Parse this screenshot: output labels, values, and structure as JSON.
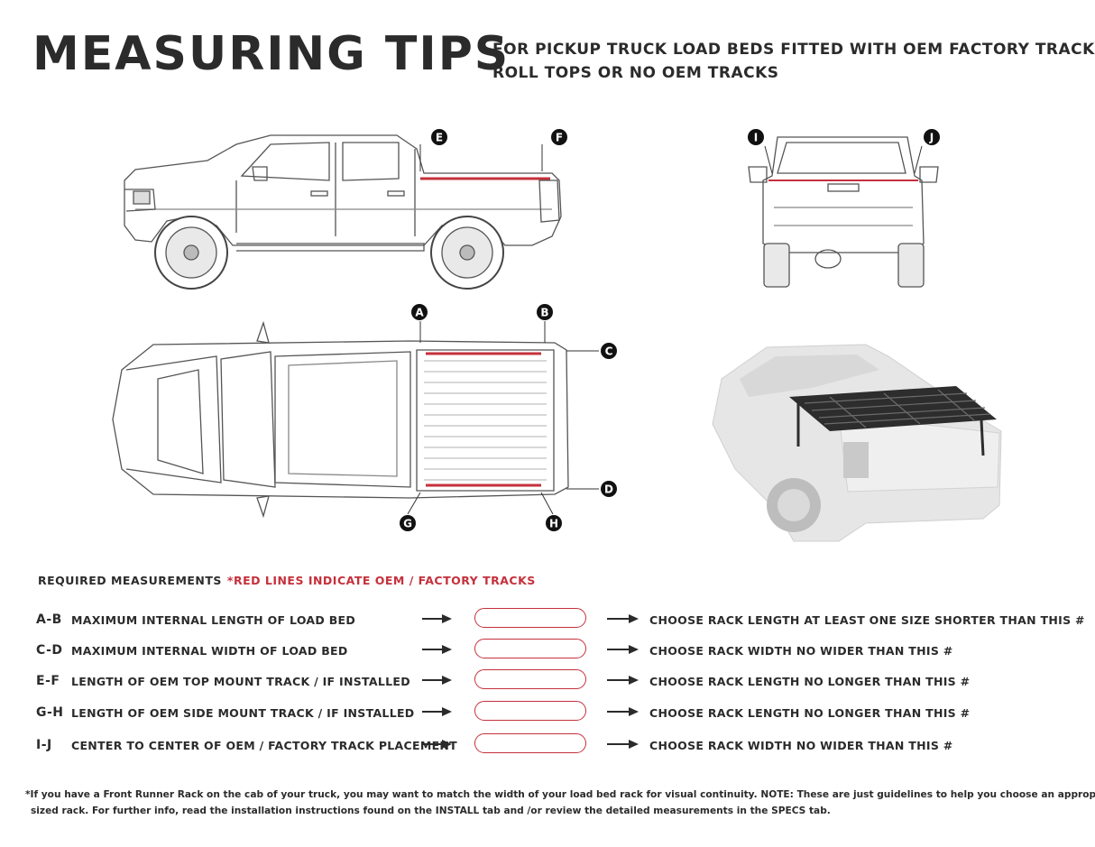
{
  "header": {
    "title": "MEASURING TIPS",
    "subtitle_line1": "FOR PICKUP TRUCK LOAD BEDS FITTED WITH OEM FACTORY TRACKS/",
    "subtitle_line2": "ROLL TOPS OR NO OEM TRACKS"
  },
  "markers": {
    "a": "A",
    "b": "B",
    "c": "C",
    "d": "D",
    "e": "E",
    "f": "F",
    "g": "G",
    "h": "H",
    "i": "I",
    "j": "J"
  },
  "requirements": {
    "title": "REQUIRED MEASUREMENTS",
    "note": "*RED LINES INDICATE OEM / FACTORY TRACKS"
  },
  "rows": [
    {
      "code": "A-B",
      "label": "MAXIMUM  INTERNAL LENGTH OF LOAD BED",
      "value": "",
      "result": "CHOOSE RACK LENGTH AT LEAST ONE SIZE SHORTER THAN THIS #"
    },
    {
      "code": "C-D",
      "label": "MAXIMUM INTERNAL WIDTH OF LOAD BED",
      "value": "",
      "result": "CHOOSE RACK WIDTH NO WIDER THAN THIS #"
    },
    {
      "code": "E-F",
      "label": "LENGTH OF OEM TOP MOUNT TRACK / IF INSTALLED",
      "value": "",
      "result": "CHOOSE RACK LENGTH NO LONGER THAN THIS #"
    },
    {
      "code": "G-H",
      "label": "LENGTH OF OEM SIDE MOUNT TRACK / IF INSTALLED",
      "value": "",
      "result": "CHOOSE RACK LENGTH NO LONGER THAN THIS #"
    },
    {
      "code": "I-J",
      "label": "CENTER TO CENTER OF OEM / FACTORY TRACK PLACEMENT",
      "value": "",
      "result": "CHOOSE RACK WIDTH NO WIDER THAN THIS #"
    }
  ],
  "footnote": {
    "line1": "*If you have a Front Runner Rack on the cab of your truck, you may want to match the width of your load bed rack for visual continuity. NOTE: These are just guidelines to help you choose an appropriate",
    "line2": "sized rack. For further info, read the installation instructions found on the INSTALL tab and /or review the detailed measurements in the SPECS tab."
  },
  "colors": {
    "accent_red": "#c5303b",
    "ink": "#2b2b2b",
    "line_gray": "#555555"
  },
  "icons": [
    "truck-side-view-illustration",
    "truck-rear-view-illustration",
    "truck-top-view-illustration",
    "truck-with-rack-photo",
    "arrow-right-icon"
  ]
}
